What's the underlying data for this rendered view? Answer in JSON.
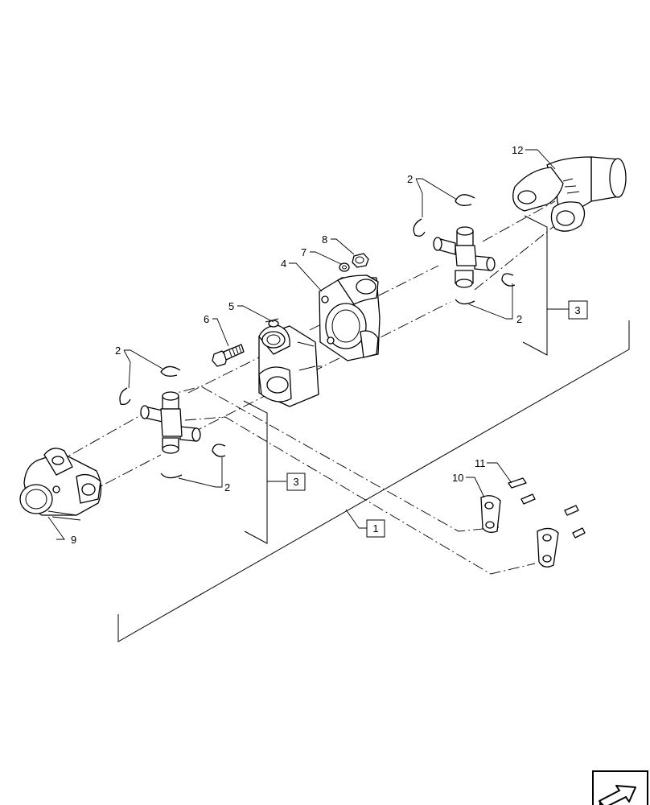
{
  "callouts": {
    "c12": "12",
    "c2_top_a": "2",
    "c8": "8",
    "c7": "7",
    "c4": "4",
    "c5": "5",
    "c6": "6",
    "c2_top_b": "2",
    "c2_left_a": "2",
    "c2_left_b": "2",
    "c11": "11",
    "c10": "10",
    "c9": "9"
  },
  "boxes": {
    "ref3_right": "3",
    "ref3_mid": "3",
    "ref1": "1"
  },
  "icons": {
    "nav": "next-page-arrow-icon"
  }
}
